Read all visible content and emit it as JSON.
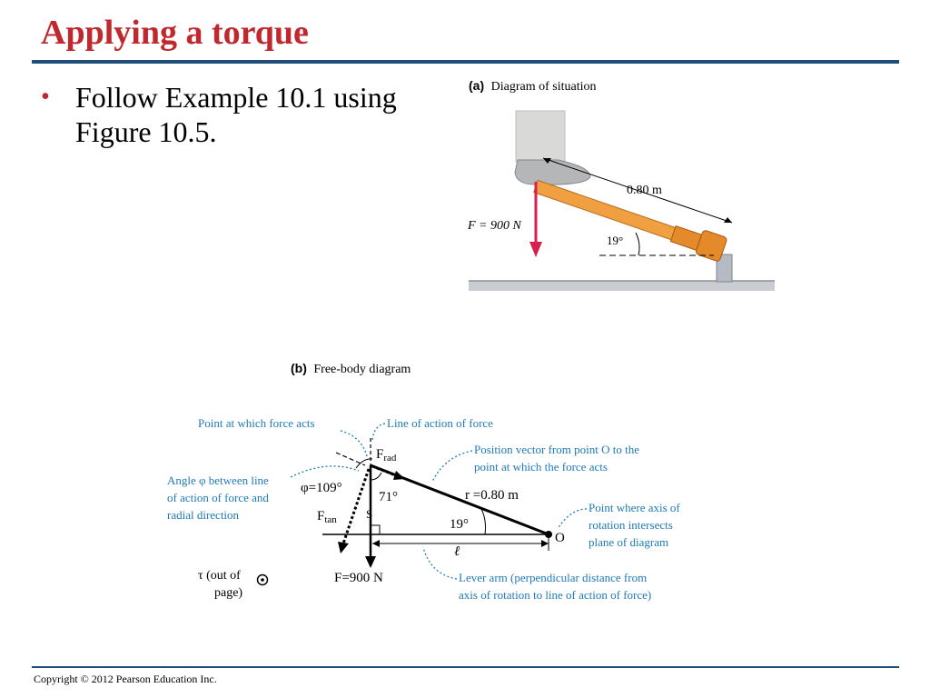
{
  "slide": {
    "title": "Applying a torque",
    "bullet": "Follow Example 10.1 using Figure 10.5.",
    "footer": "Copyright © 2012 Pearson Education Inc."
  },
  "figure_a": {
    "label_bold": "(a)",
    "label": "Diagram of situation",
    "force_label": "F = 900 N",
    "length_label": "0.80 m",
    "angle_label": "19°"
  },
  "figure_b": {
    "label_bold": "(b)",
    "label": "Free-body diagram",
    "ann_point_force": "Point at which force acts",
    "ann_line_action": "Line of action of force",
    "ann_position_1": "Position vector from point O to the",
    "ann_position_2": "point at which the force acts",
    "ann_angle_1": "Angle φ between line",
    "ann_angle_2": "of action of force and",
    "ann_angle_3": "radial direction",
    "ann_axis_1": "Point where axis of",
    "ann_axis_2": "rotation intersects",
    "ann_axis_3": "plane of diagram",
    "ann_lever_1": "Lever arm (perpendicular distance from",
    "ann_lever_2": "axis of rotation to line of action of force)",
    "phi_label": "φ=109°",
    "angle71": "71°",
    "r_label": "r =0.80 m",
    "angle19": "19°",
    "frad": "F",
    "frad_sub": "rad",
    "ftan": "F",
    "ftan_sub": "tan",
    "s_label": "S",
    "o_label": "O",
    "ell_label": "ℓ",
    "force_label": "F=900 N",
    "tau_1": "τ (out of",
    "tau_2": "page)"
  },
  "colors": {
    "title": "#c0282d",
    "rule": "#1f4e79",
    "annotation": "#1f7ab8",
    "force_arrow": "#d6204e",
    "pipe": "#f0a040"
  }
}
